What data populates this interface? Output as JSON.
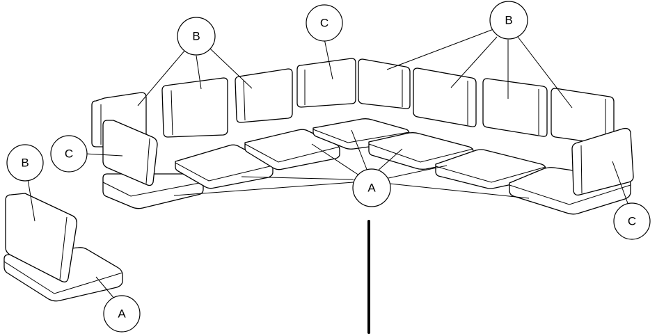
{
  "labels": {
    "seat_cushion": "A",
    "back_cushion": "B",
    "end_cushion": "C"
  },
  "colors": {
    "line": "#000000",
    "background": "#ffffff"
  }
}
